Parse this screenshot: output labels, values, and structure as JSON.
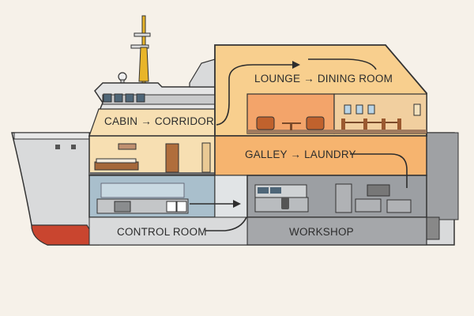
{
  "diagram": {
    "labels": {
      "cabin_corridor": "CABIN → CORRIDOR",
      "lounge_dining": "LOUNGE → DINING ROOM",
      "galley_laundry": "GALLEY → LAUNDRY",
      "control_room": "CONTROL ROOM",
      "workshop": "WORKSHOP"
    },
    "colors": {
      "background": "#f6f1e9",
      "upper_deck": "#f8cf8e",
      "galley": "#f6b46f",
      "cabin": "#f7dfb2",
      "lower_left": "#a9bfcc",
      "workshop": "#9c9fa3",
      "hull": "#d9dadb",
      "keel_red": "#c9452f",
      "mast": "#e8b52a"
    }
  }
}
